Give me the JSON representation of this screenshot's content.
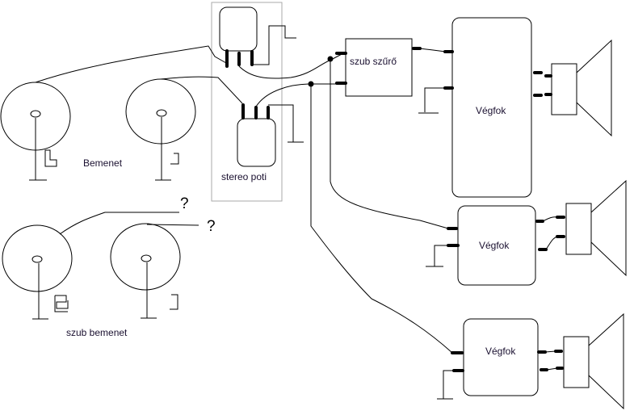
{
  "labels": {
    "input": "Bemenet",
    "sub_input": "szub bemenet",
    "stereo_pot": "stereo poti",
    "sub_filter": "szub szűrő",
    "amp_main": "Végfok",
    "amp_second": "Végfok",
    "amp_third": "Végfok",
    "question_1": "?",
    "question_2": "?"
  }
}
